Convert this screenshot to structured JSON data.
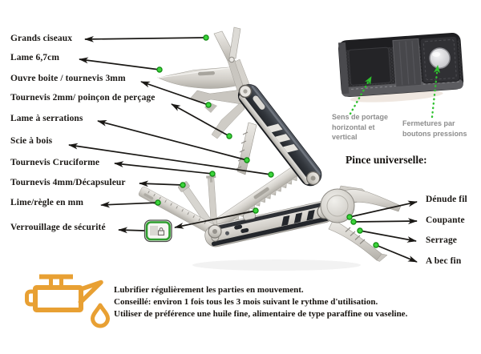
{
  "left_labels": [
    "Grands ciseaux",
    "Lame 6,7cm",
    "Ouvre boite / tournevis 3mm",
    "Tournevis 2mm/ poinçon de perçage",
    "Lame à serrations",
    "Scie à bois",
    "Tournevis Cruciforme",
    "Tournevis 4mm/Décapsuleur",
    "Lime/règle en mm",
    "Verrouillage de sécurité"
  ],
  "pliers": {
    "heading": "Pince universelle:",
    "labels": [
      "Dénude fil",
      "Coupante",
      "Serrage",
      "A bec fin"
    ]
  },
  "pouch": {
    "caption_carry": "Sens de portage\nhorizontal et\nvertical",
    "caption_snap": "Fermetures par\nboutons pressions"
  },
  "maintenance": {
    "line1": "Lubrifier régulièrement les parties en mouvement.",
    "line2": "Conseillé: environ 1 fois tous les 3 mois suivant le rythme d'utilisation.",
    "line3": "Utiliser de préférence une huile fine, alimentaire de type paraffine ou vaseline."
  },
  "icons": {
    "oil_can": "oil-can-icon",
    "safety_lock_detail": "safety-lock-detail-icon",
    "pouch_photo": "belt-pouch-photo",
    "multitool_photo": "multitool-photo"
  },
  "colors": {
    "background": "#ffffff",
    "label_text": "#1b1815",
    "caption_text": "#8d8d8d",
    "arrow": "#1a1815",
    "green_dot": "#3bd43b",
    "green_arrow": "#2fc12f",
    "lock_box_green": "#2f9e2f",
    "oil_icon": "#e8a033"
  }
}
